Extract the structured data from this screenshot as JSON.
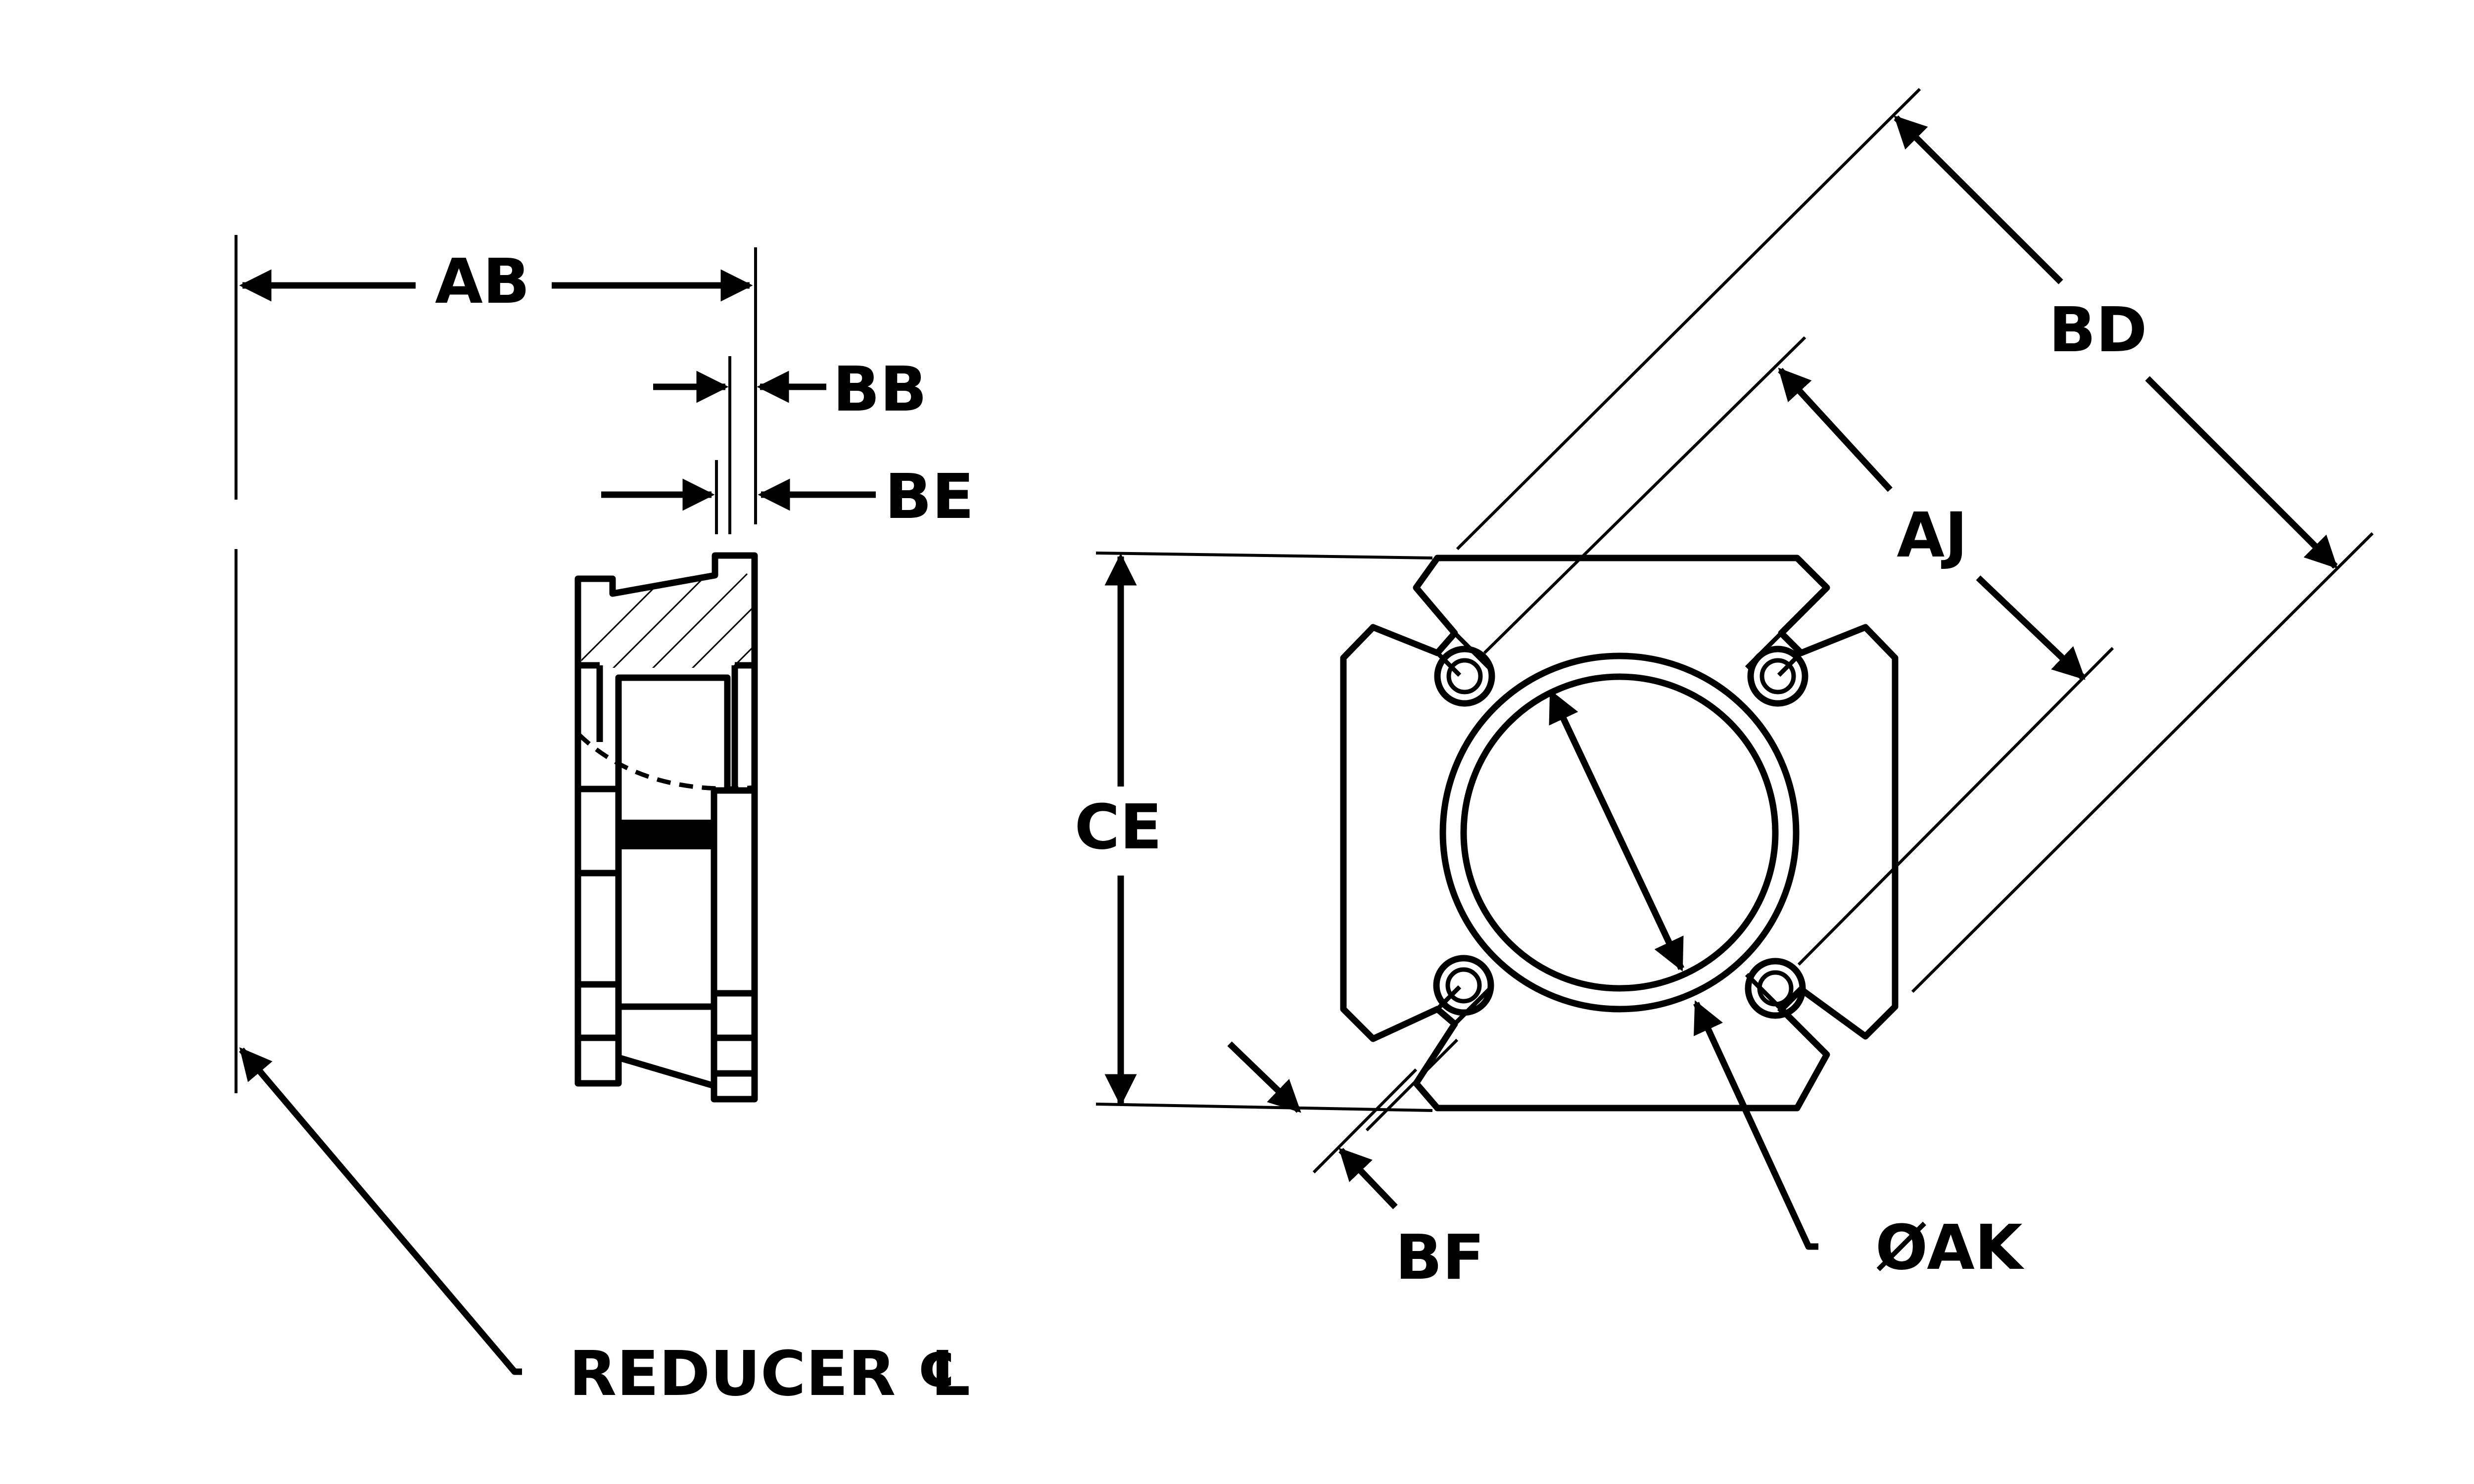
{
  "labels": {
    "ab": "AB",
    "bb": "BB",
    "be": "BE",
    "ce": "CE",
    "bd": "BD",
    "aj": "AJ",
    "bf": "BF",
    "ak": "ØAK",
    "reducer": "REDUCER ℄"
  },
  "colors": {
    "ink": "#000000",
    "background": "#ffffff"
  }
}
